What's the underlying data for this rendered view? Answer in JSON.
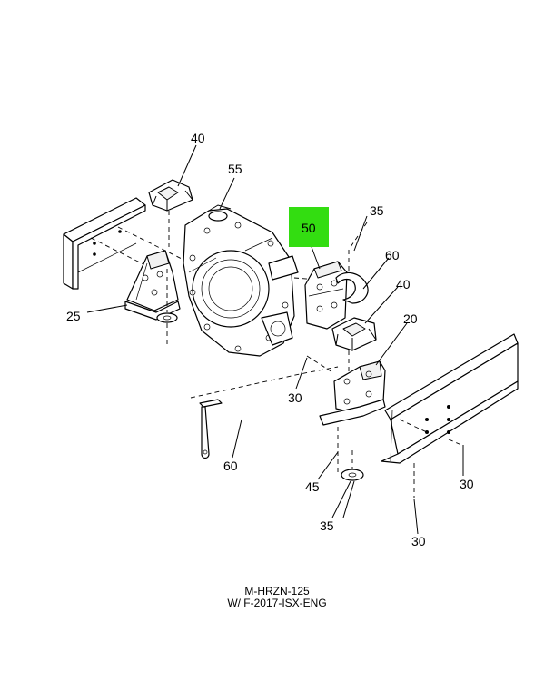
{
  "callouts": [
    {
      "id": "c40a",
      "text": "40"
    },
    {
      "id": "c55",
      "text": "55"
    },
    {
      "id": "c35a",
      "text": "35"
    },
    {
      "id": "c50",
      "text": "50",
      "highlight": "#33dd11"
    },
    {
      "id": "c60a",
      "text": "60"
    },
    {
      "id": "c40b",
      "text": "40"
    },
    {
      "id": "c25",
      "text": "25"
    },
    {
      "id": "c20",
      "text": "20"
    },
    {
      "id": "c30a",
      "text": "30"
    },
    {
      "id": "c60b",
      "text": "60"
    },
    {
      "id": "c45",
      "text": "45"
    },
    {
      "id": "c30b",
      "text": "30"
    },
    {
      "id": "c35b",
      "text": "35"
    },
    {
      "id": "c30c",
      "text": "30"
    }
  ],
  "caption": {
    "line1": "M-HRZN-125",
    "line2": "W/ F-2017-ISX-ENG"
  },
  "colors": {
    "highlight": "#33dd11",
    "line": "#000000",
    "background": "#ffffff"
  }
}
